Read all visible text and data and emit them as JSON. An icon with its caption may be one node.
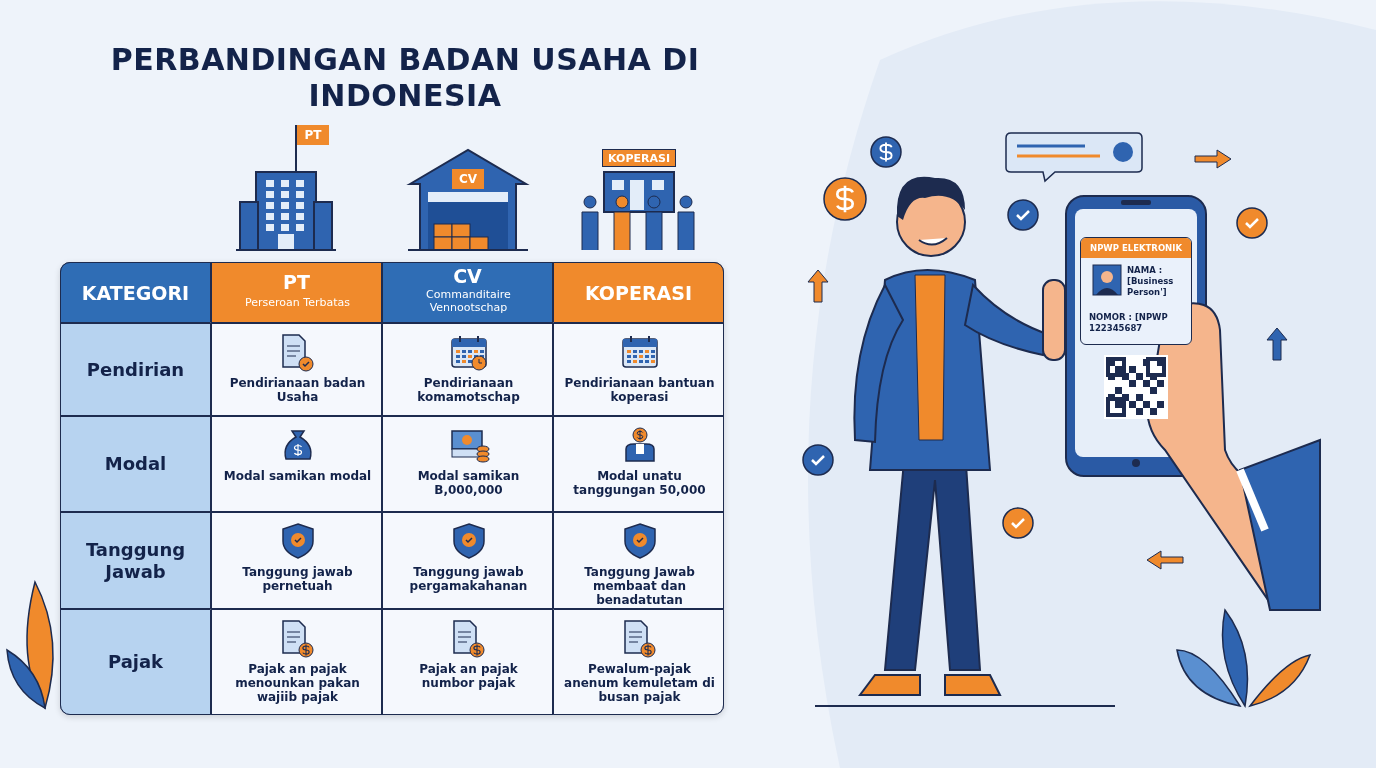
{
  "diagram": {
    "title": "PERBANDINGAN BADAN USAHA DI INDONESIA",
    "labels": [
      "PT",
      "CV",
      "KOPERASI",
      "KATEGORI",
      "PT",
      "Perseroan Terbatas",
      "CV",
      "Commanditaire Vennootschap",
      "KOPERASI",
      "Pendirian",
      "Pendirianaan badan Usaha",
      "Pendirianaan komamotschap",
      "Pendirianaan bantuan koperasi",
      "Modal",
      "Modal samikan modal",
      "Modal samikan B,000,000",
      "Modal unatu tanggungan 50,000",
      "Tanggung Jawab",
      "Tanggung jawab pernetuah",
      "Tanggung jawab pergamakahanan",
      "Tanggung Jawab membaat dan benadatutan",
      "Pajak",
      "Pajak an pajak menounkan pakan wajiib pajak",
      "Pajak an pajak numbor pajak",
      "Pewalum-pajak anenum kemuletam di busan pajak",
      "NPWP ELEKTRONIK",
      "NAMA : [Business Person']",
      "NOMOR : [NPWP 122345687"
    ]
  }
}
